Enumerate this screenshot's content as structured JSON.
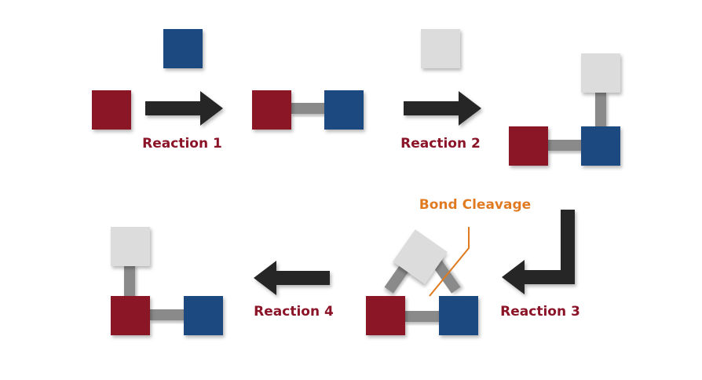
{
  "labels": {
    "reaction_1": "Reaction 1",
    "reaction_2": "Reaction 2",
    "reaction_3": "Reaction 3",
    "reaction_4": "Reaction 4",
    "bond_cleavage": "Bond Cleavage"
  },
  "colors": {
    "red_block": "#8b1828",
    "blue_block": "#1c4a80",
    "light_block": "#dcdcdc",
    "bond": "#8a8a8a",
    "arrow": "#262626",
    "reaction_text": "#8b1428",
    "cleavage_text": "#e07a1e",
    "cleavage_line": "#e07a1e"
  },
  "icons": {
    "arrow": "arrow-icon"
  }
}
